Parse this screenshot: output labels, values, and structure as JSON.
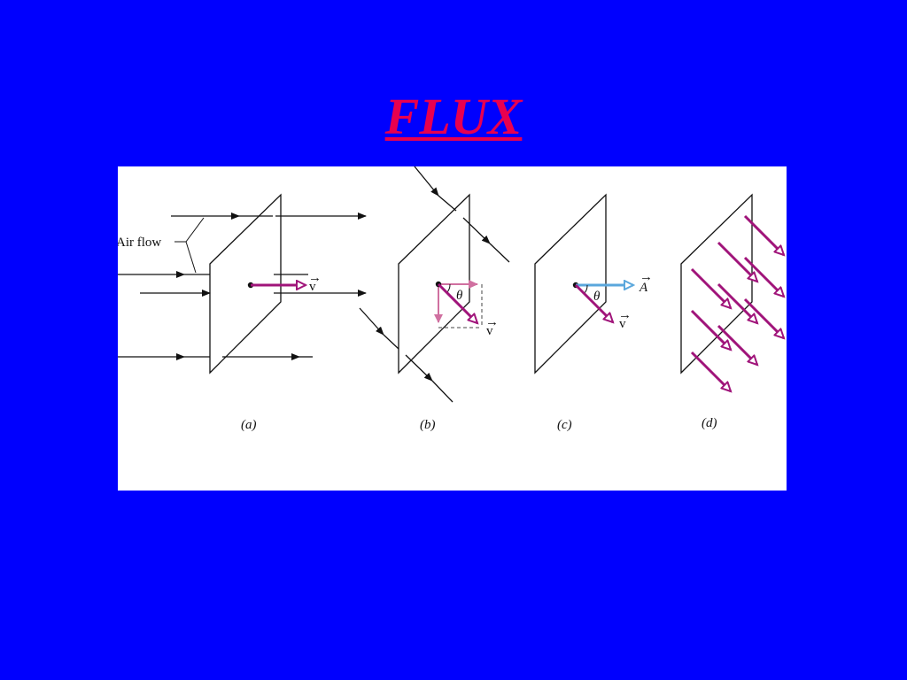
{
  "slide": {
    "title": "FLUX",
    "title_color": "#e8004f",
    "background_color": "#0000fe"
  },
  "figure": {
    "panel_color": "#ffffff",
    "line_color": "#111111",
    "velocity_color": "#a0147a",
    "area_vector_color": "#5aa7dc",
    "component_color": "#d070a0",
    "labels": {
      "air_flow": "Air flow",
      "velocity": "v",
      "angle": "θ",
      "area": "A"
    },
    "captions": [
      "(a)",
      "(b)",
      "(c)",
      "(d)"
    ]
  }
}
